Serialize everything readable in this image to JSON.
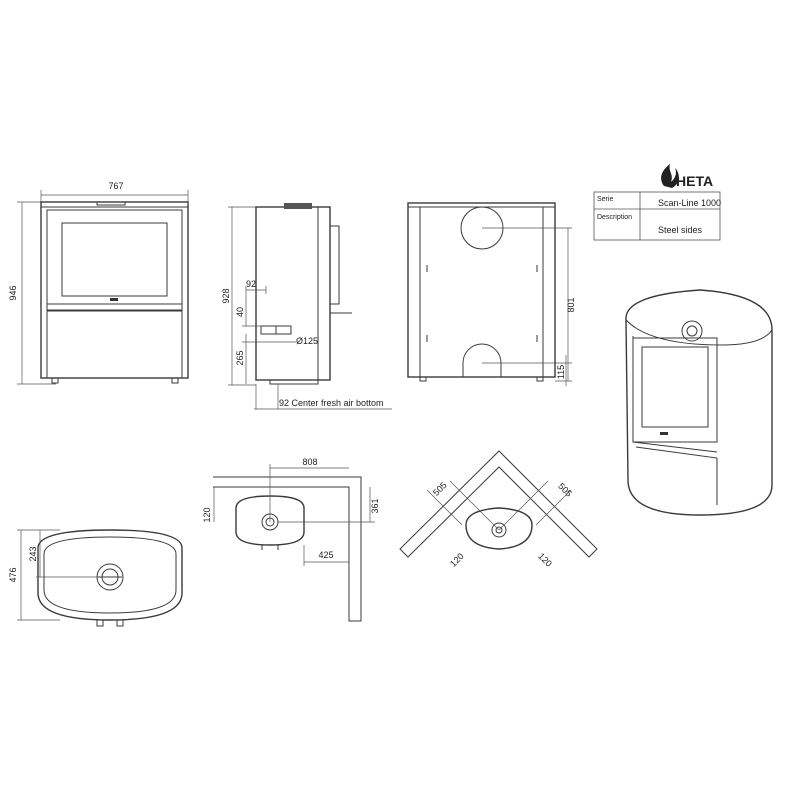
{
  "title_block": {
    "brand": "HETA",
    "serie_label": "Serie",
    "serie_value": "Scan-Line 1000",
    "description_label": "Description",
    "description_value": "Steel sides"
  },
  "front_view": {
    "width_dim": "767",
    "height_dim": "946"
  },
  "side_view": {
    "height_dim": "928",
    "dim_92": "92",
    "dim_40": "40",
    "dim_265": "265",
    "outlet_dia": "Ø125",
    "fresh_air_note": "92 Center fresh air bottom"
  },
  "back_view": {
    "dim_801": "801",
    "dim_115": "115"
  },
  "wall_plan": {
    "dim_808": "808",
    "dim_120": "120",
    "dim_361": "361",
    "dim_425": "425"
  },
  "corner_plan": {
    "dim_505_left": "505",
    "dim_505_right": "505",
    "dim_120_left": "120",
    "dim_120_right": "120"
  },
  "top_view": {
    "dim_476": "476",
    "dim_243": "243"
  },
  "colors": {
    "line": "#3a3a3a",
    "text": "#222222",
    "background": "#ffffff"
  }
}
